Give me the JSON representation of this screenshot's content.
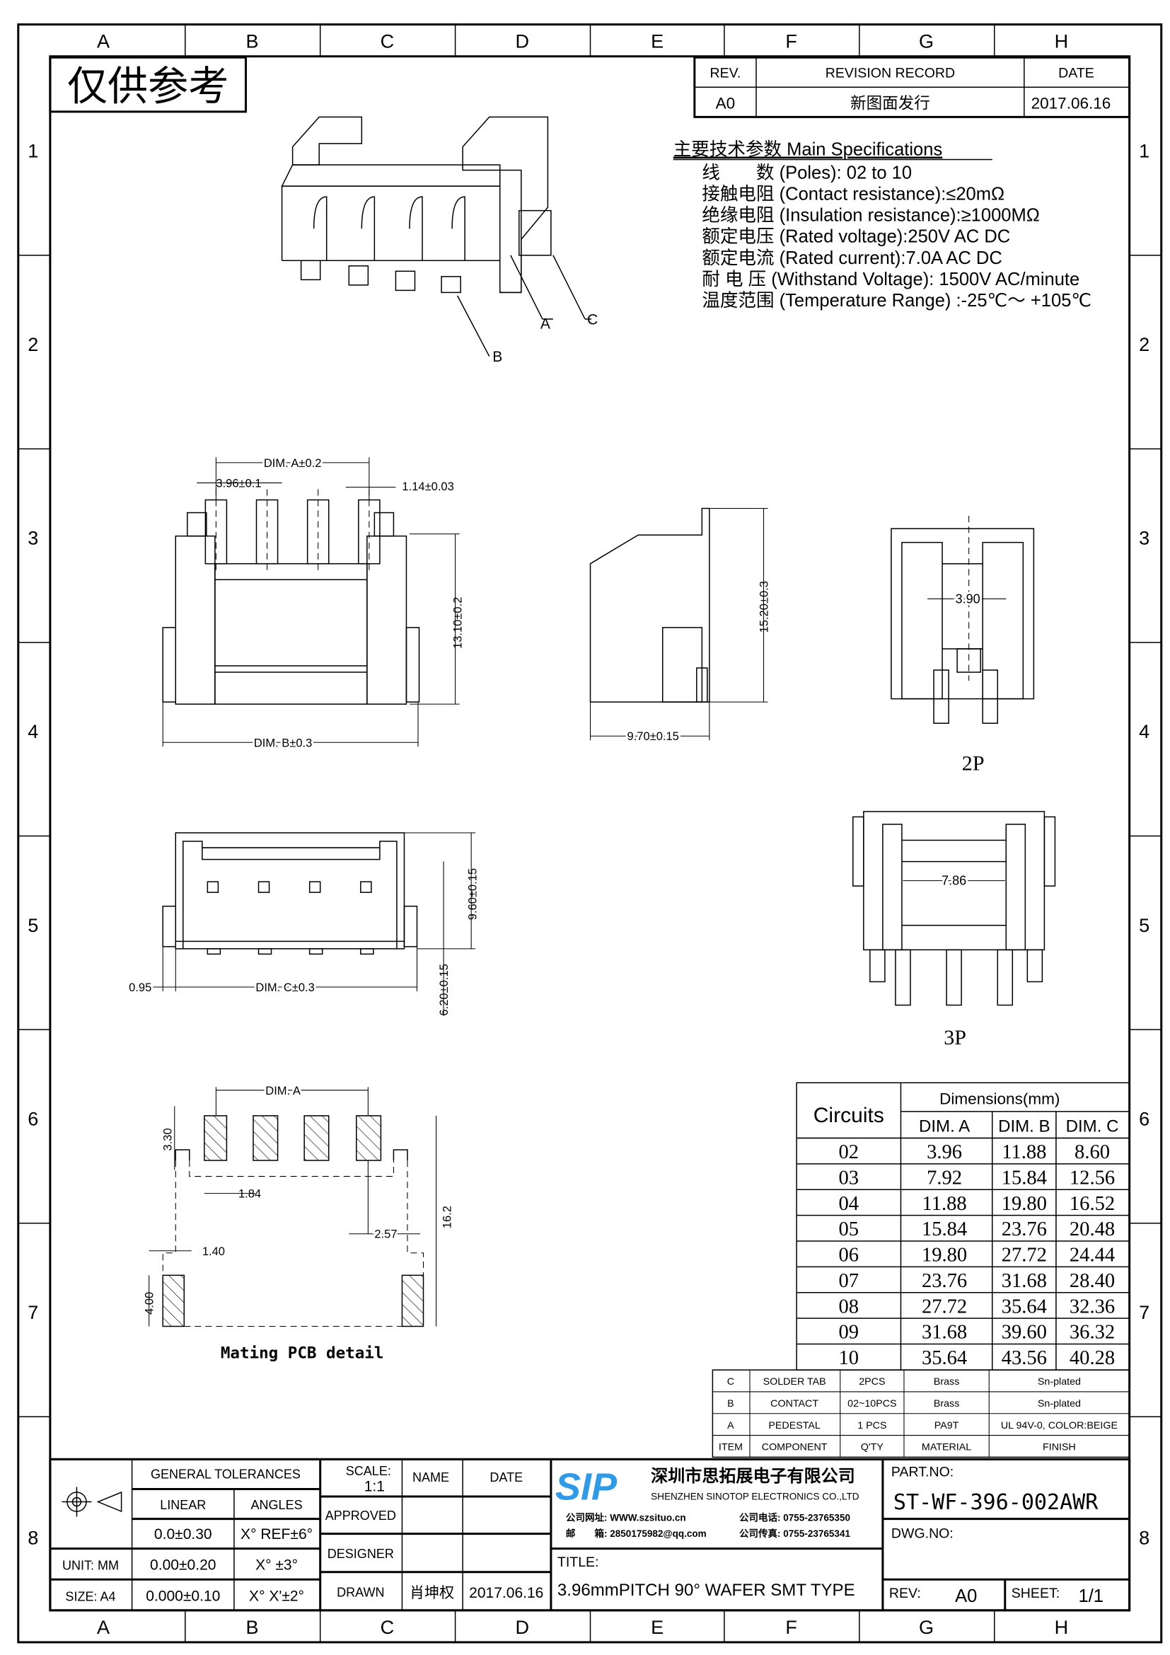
{
  "watermark": "仅供参考",
  "grid": {
    "columns": [
      "A",
      "B",
      "C",
      "D",
      "E",
      "F",
      "G",
      "H"
    ],
    "rows": [
      "1",
      "2",
      "3",
      "4",
      "5",
      "6",
      "7",
      "8"
    ]
  },
  "revision": {
    "headers": {
      "rev": "REV.",
      "record": "REVISION RECORD",
      "date": "DATE"
    },
    "row": {
      "rev": "A0",
      "record": "新图面发行",
      "date": "2017.06.16"
    }
  },
  "specs": {
    "title": "主要技术参数 Main Specifications",
    "lines": [
      "线　　数 (Poles): 02 to 10",
      "接触电阻 (Contact resistance):≤20mΩ",
      "绝缘电阻 (Insulation resistance):≥1000MΩ",
      "额定电压 (Rated voltage):250V AC DC",
      "额定电流 (Rated current):7.0A AC DC",
      "耐 电 压 (Withstand Voltage): 1500V AC/minute",
      "温度范围 (Temperature Range) :-25℃～ +105℃"
    ]
  },
  "iso_callouts": {
    "a": "A",
    "b": "B",
    "c": "C"
  },
  "front_view": {
    "dim_a": "DIM. A±0.2",
    "pitch": "3.96±0.1",
    "pin_width": "1.14±0.03",
    "height": "13.10±0.2",
    "dim_b": "DIM. B±0.3"
  },
  "side_view": {
    "height": "15.20±0.3",
    "depth": "9.70±0.15"
  },
  "view_2p": {
    "dim": "3.90",
    "label": "2P"
  },
  "view_3p": {
    "dim": "7.86",
    "label": "3P"
  },
  "top_view": {
    "height": "9.60±0.15",
    "pin_len": "6.20±0.15",
    "offset": "0.95",
    "dim_c": "DIM. C±0.3"
  },
  "pcb": {
    "dim_a": "DIM. A",
    "pad_len": "3.30",
    "pad_width": "1.84",
    "tab_offset": "2.57",
    "total": "16.2",
    "tab_width": "1.40",
    "tab_len": "4.00",
    "caption": "Mating PCB detail"
  },
  "dimensions_table": {
    "circuits_header": "Circuits",
    "group_header": "Dimensions(mm)",
    "columns": [
      "DIM. A",
      "DIM. B",
      "DIM. C"
    ],
    "rows": [
      [
        "02",
        "3.96",
        "11.88",
        "8.60"
      ],
      [
        "03",
        "7.92",
        "15.84",
        "12.56"
      ],
      [
        "04",
        "11.88",
        "19.80",
        "16.52"
      ],
      [
        "05",
        "15.84",
        "23.76",
        "20.48"
      ],
      [
        "06",
        "19.80",
        "27.72",
        "24.44"
      ],
      [
        "07",
        "23.76",
        "31.68",
        "28.40"
      ],
      [
        "08",
        "27.72",
        "35.64",
        "32.36"
      ],
      [
        "09",
        "31.68",
        "39.60",
        "36.32"
      ],
      [
        "10",
        "35.64",
        "43.56",
        "40.28"
      ]
    ]
  },
  "bom": {
    "rows": [
      [
        "C",
        "SOLDER TAB",
        "2PCS",
        "Brass",
        "Sn-plated"
      ],
      [
        "B",
        "CONTACT",
        "02~10PCS",
        "Brass",
        "Sn-plated"
      ],
      [
        "A",
        "PEDESTAL",
        "1 PCS",
        "PA9T",
        "UL 94V-0, COLOR:BEIGE"
      ]
    ],
    "headers": [
      "ITEM",
      "COMPONENT",
      "Q'TY",
      "MATERIAL",
      "FINISH"
    ]
  },
  "title_block": {
    "general_tolerances": "GENERAL TOLERANCES",
    "linear": "LINEAR",
    "angles": "ANGLES",
    "tol_rows": [
      [
        "0.0±0.30",
        "X° REF±6°"
      ],
      [
        "0.00±0.20",
        "X° ±3°"
      ],
      [
        "0.000±0.10",
        "X° X'±2°"
      ]
    ],
    "unit": "UNIT: MM",
    "size": "SIZE: A4",
    "scale_label": "SCALE:",
    "scale_value": "1:1",
    "name": "NAME",
    "date": "DATE",
    "approved": "APPROVED",
    "designer": "DESIGNER",
    "drawn": "DRAWN",
    "drawn_name": "肖坤权",
    "drawn_date": "2017.06.16",
    "company_logo": "SIP",
    "company_cn": "深圳市思拓展电子有限公司",
    "company_en": "SHENZHEN SINOTOP ELECTRONICS CO.,LTD",
    "website": "公司网址: WWW.szsituo.cn",
    "email": "邮　　箱: 2850175982@qq.com",
    "phone": "公司电话: 0755-23765350",
    "fax": "公司传真: 0755-23765341",
    "title_label": "TITLE:",
    "title": "3.96mmPITCH 90° WAFER SMT TYPE",
    "part_no_label": "PART.NO:",
    "part_no": "ST-WF-396-002AWR",
    "dwg_no_label": "DWG.NO:",
    "rev_label": "REV:",
    "rev": "A0",
    "sheet_label": "SHEET:",
    "sheet": "1/1",
    "logo_color": "#2f9be8"
  }
}
